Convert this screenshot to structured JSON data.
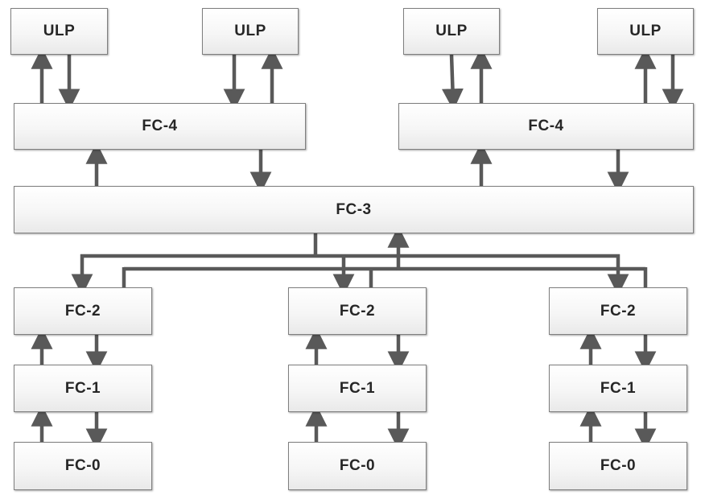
{
  "diagram": {
    "colors": {
      "line": "#595959",
      "box_border": "#7f7f7f",
      "text": "#262626"
    },
    "nodes": {
      "ulp1": "ULP",
      "ulp2": "ULP",
      "ulp3": "ULP",
      "ulp4": "ULP",
      "fc4a": "FC-4",
      "fc4b": "FC-4",
      "fc3": "FC-3",
      "fc2a": "FC-2",
      "fc2b": "FC-2",
      "fc2c": "FC-2",
      "fc1a": "FC-1",
      "fc1b": "FC-1",
      "fc1c": "FC-1",
      "fc0a": "FC-0",
      "fc0b": "FC-0",
      "fc0c": "FC-0"
    }
  }
}
